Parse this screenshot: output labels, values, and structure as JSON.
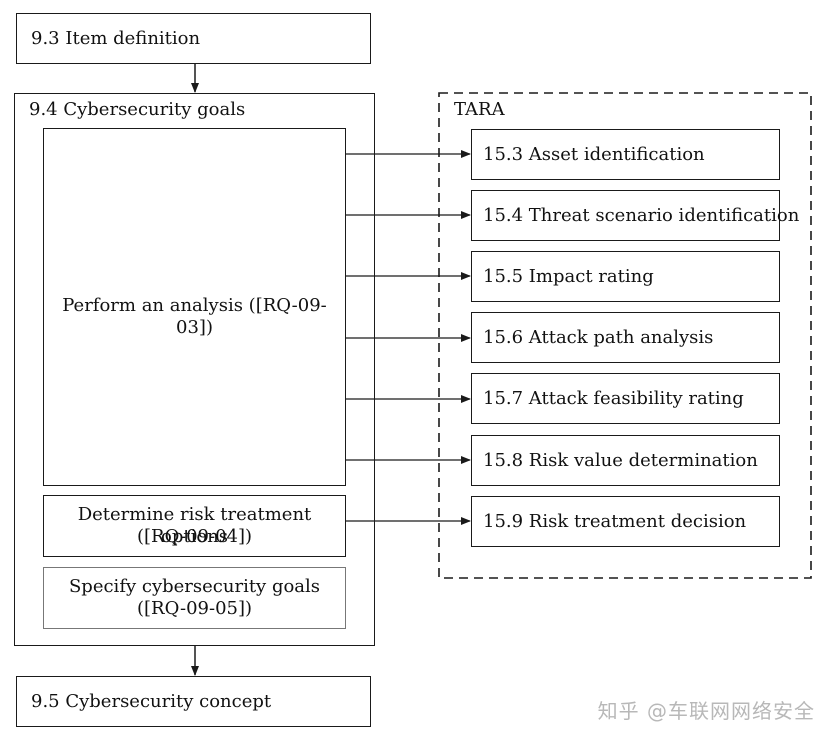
{
  "item_definition": {
    "label": "9.3 Item definition"
  },
  "cybersecurity_goals": {
    "title": "9.4 Cybersecurity goals",
    "perform_analysis": "Perform an analysis ([RQ-09-03])",
    "risk_treatment_line1": "Determine risk treatment options",
    "risk_treatment_line2": "([RQ-09-04])",
    "specify_goals_line1": "Specify cybersecurity goals",
    "specify_goals_line2": "([RQ-09-05])"
  },
  "tara": {
    "title": "TARA",
    "items": [
      {
        "label": "15.3 Asset identification"
      },
      {
        "label": "15.4 Threat scenario identification"
      },
      {
        "label": "15.5 Impact rating"
      },
      {
        "label": "15.6 Attack path analysis"
      },
      {
        "label": "15.7 Attack feasibility rating"
      },
      {
        "label": "15.8 Risk value determination"
      },
      {
        "label": "15.9 Risk treatment decision"
      }
    ]
  },
  "cybersecurity_concept": {
    "label": "9.5 Cybersecurity concept"
  },
  "watermark": "知乎 @车联网网络安全"
}
